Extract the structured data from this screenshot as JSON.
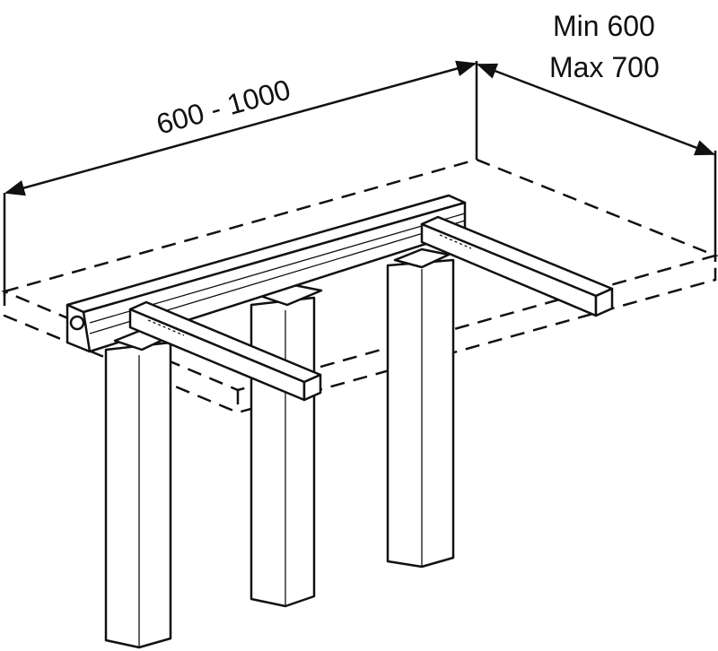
{
  "diagram": {
    "width_label": "600 - 1000",
    "depth_min_label": "Min 600",
    "depth_max_label": "Max 700"
  }
}
